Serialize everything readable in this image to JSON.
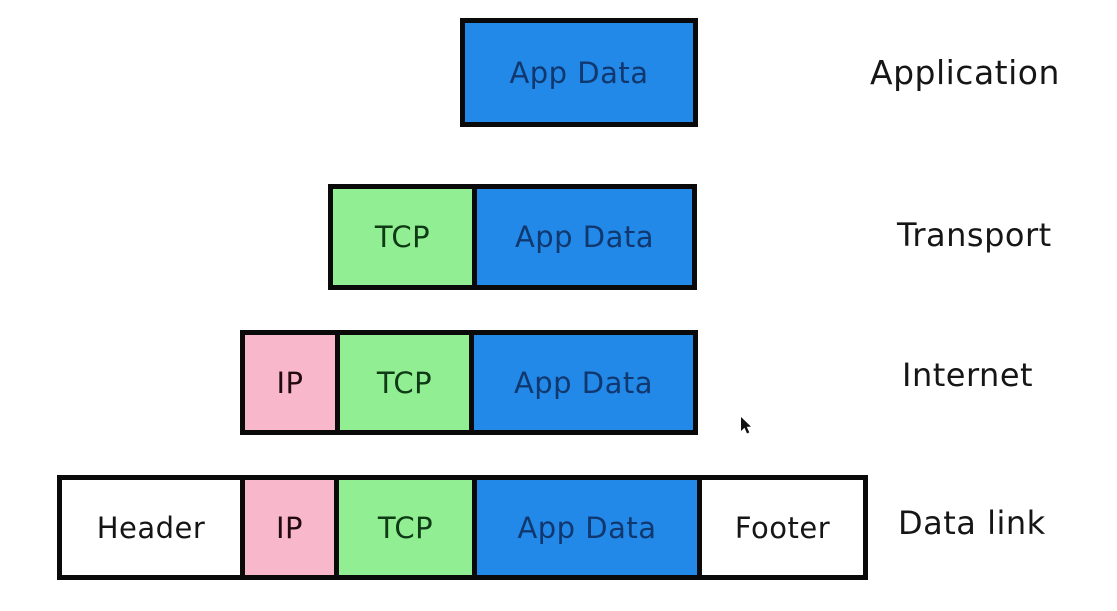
{
  "diagram": {
    "rows": [
      {
        "label": "Application",
        "segments": [
          {
            "name": "app-data",
            "text": "App Data"
          }
        ]
      },
      {
        "label": "Transport",
        "segments": [
          {
            "name": "tcp",
            "text": "TCP"
          },
          {
            "name": "app-data",
            "text": "App Data"
          }
        ]
      },
      {
        "label": "Internet",
        "segments": [
          {
            "name": "ip",
            "text": "IP"
          },
          {
            "name": "tcp",
            "text": "TCP"
          },
          {
            "name": "app-data",
            "text": "App Data"
          }
        ]
      },
      {
        "label": "Data link",
        "segments": [
          {
            "name": "header",
            "text": "Header"
          },
          {
            "name": "ip",
            "text": "IP"
          },
          {
            "name": "tcp",
            "text": "TCP"
          },
          {
            "name": "app-data",
            "text": "App Data"
          },
          {
            "name": "footer",
            "text": "Footer"
          }
        ]
      }
    ],
    "colors": {
      "app_data_fill": "#2389e9",
      "app_data_text": "#10386e",
      "tcp_fill": "#92ee92",
      "tcp_text": "#0f3a16",
      "ip_fill": "#f8b7cb",
      "ip_text": "#230a10",
      "frame_fill": "#ffffff",
      "border": "#0a0a0a",
      "label_text": "#161616"
    },
    "icons": {
      "cursor": "mouse-pointer-icon"
    }
  }
}
